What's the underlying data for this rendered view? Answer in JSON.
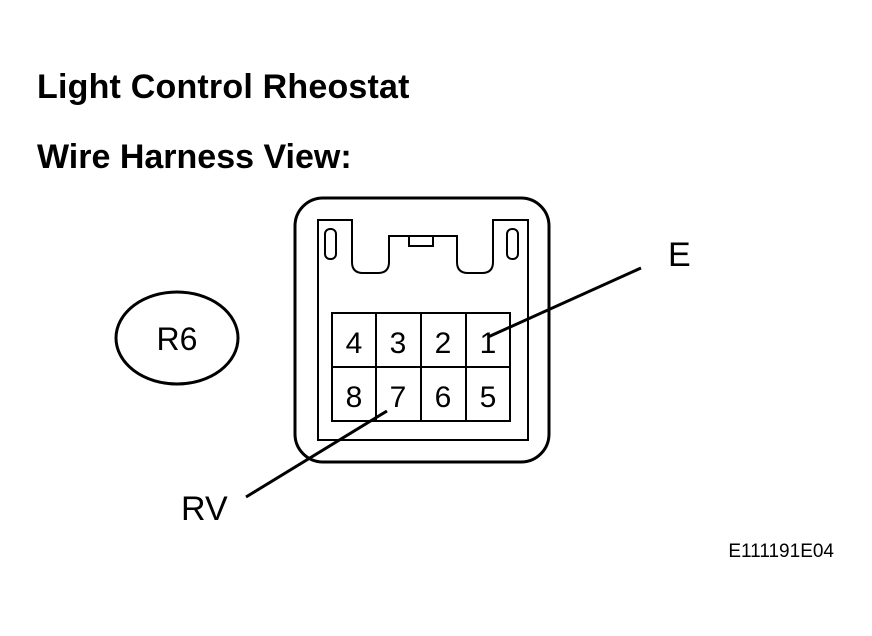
{
  "title": "Light Control Rheostat",
  "subtitle": "Wire Harness View:",
  "connector_code": "R6",
  "pins_top_row": [
    "4",
    "3",
    "2",
    "1"
  ],
  "pins_bottom_row": [
    "8",
    "7",
    "6",
    "5"
  ],
  "terminal_labels": {
    "e": "E",
    "rv": "RV"
  },
  "figure_code": "E111191E04"
}
